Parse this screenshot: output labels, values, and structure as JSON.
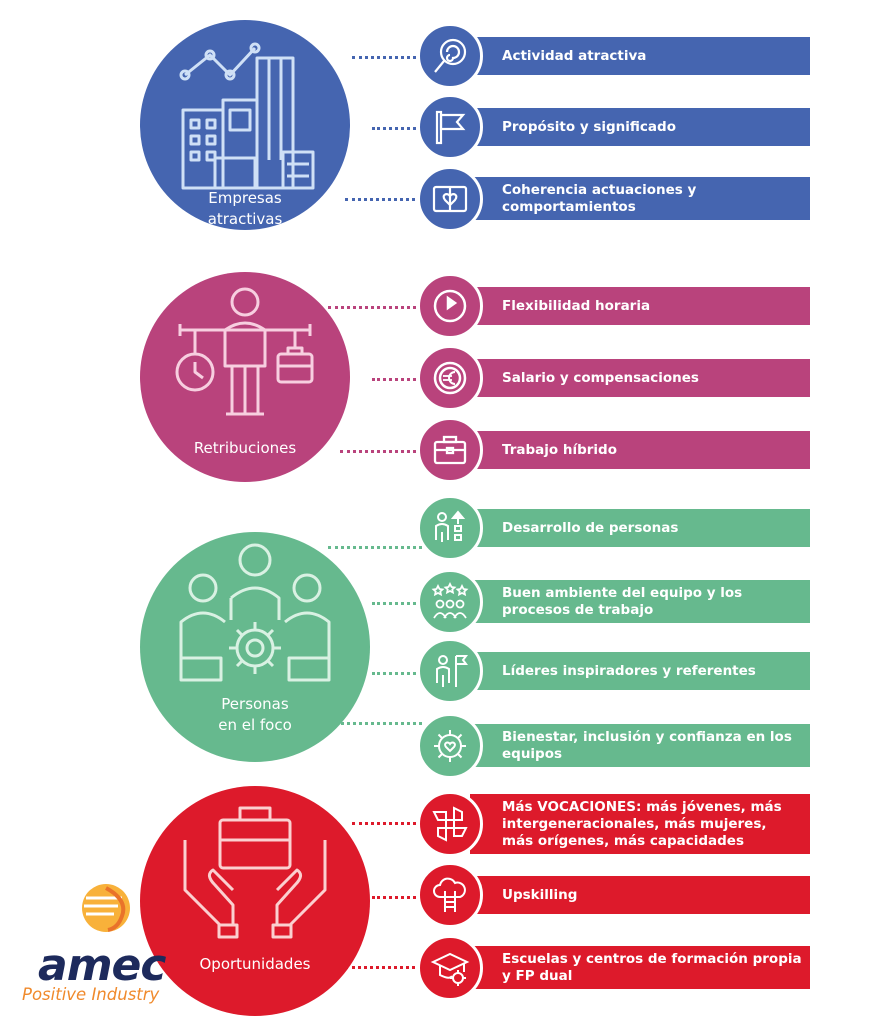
{
  "colors": {
    "blue": "#4565b0",
    "magenta": "#b9437c",
    "green": "#66b98e",
    "red": "#dd1a2b",
    "brand_navy": "#1d2a5c",
    "brand_orange": "#f08a2c"
  },
  "groups": [
    {
      "label_line1": "Empresas",
      "label_line2": "atractivas",
      "icon": "buildings-chart-icon",
      "items": [
        {
          "text": "Actividad atractiva",
          "icon": "lollipop-icon"
        },
        {
          "text": "Propósito y significado",
          "icon": "flag-icon"
        },
        {
          "text": "Coherencia actuaciones y comportamientos",
          "icon": "puzzle-heart-icon"
        }
      ]
    },
    {
      "label_line1": "Retribuciones",
      "label_line2": "",
      "icon": "person-balance-icon",
      "items": [
        {
          "text": "Flexibilidad horaria",
          "icon": "clock-icon"
        },
        {
          "text": "Salario y compensaciones",
          "icon": "euro-coin-icon"
        },
        {
          "text": "Trabajo híbrido",
          "icon": "briefcase-icon"
        }
      ]
    },
    {
      "label_line1": "Personas",
      "label_line2": "en el foco",
      "icon": "team-gear-icon",
      "items": [
        {
          "text": "Desarrollo de personas",
          "icon": "person-growth-icon"
        },
        {
          "text": "Buen ambiente del equipo y los procesos de trabajo",
          "icon": "team-stars-icon"
        },
        {
          "text": "Líderes inspiradores y referentes",
          "icon": "leader-flag-icon"
        },
        {
          "text": "Bienestar, inclusión y confianza en los equipos",
          "icon": "gear-heart-icon"
        }
      ]
    },
    {
      "label_line1": "Oportunidades",
      "label_line2": "",
      "icon": "hands-briefcase-icon",
      "items": [
        {
          "text": "Más VOCACIONES: más jóvenes, más intergeneracionales, más mujeres, más orígenes, más capacidades",
          "icon": "joined-hands-icon"
        },
        {
          "text": "Upskilling",
          "icon": "cloud-ladder-icon"
        },
        {
          "text": "Escuelas y centros de formación propia y FP dual",
          "icon": "graduation-gear-icon"
        }
      ]
    }
  ],
  "logo": {
    "brand": "amec",
    "tagline": "Positive Industry"
  }
}
